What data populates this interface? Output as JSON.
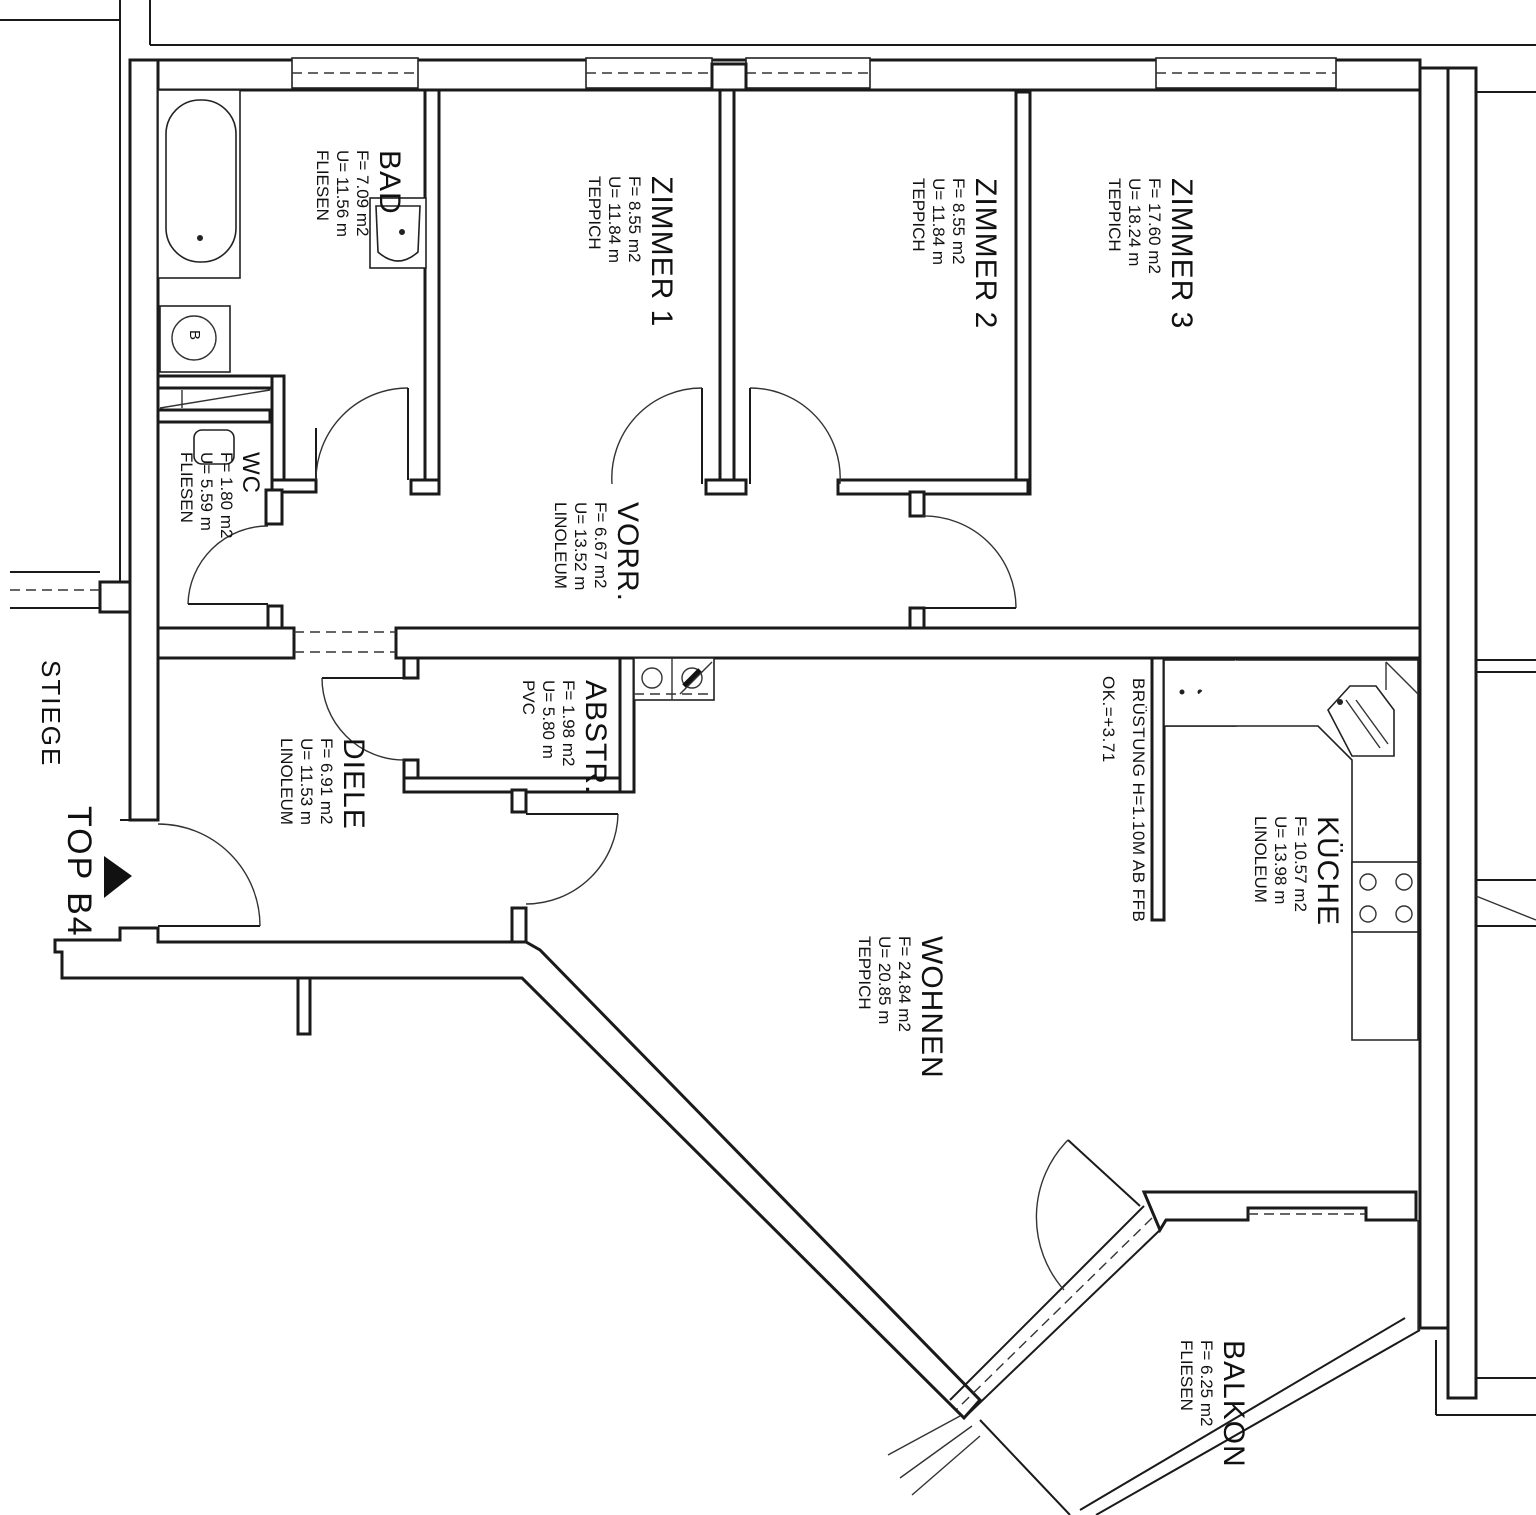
{
  "rooms": {
    "bad": {
      "name": "BAD",
      "area": "F= 7.09 m2",
      "perimeter": "U= 11.56  m",
      "floor": "FLIESEN"
    },
    "z1": {
      "name": "ZIMMER 1",
      "area": "F= 8.55 m2",
      "perimeter": "U= 11.84 m",
      "floor": "TEPPICH"
    },
    "z2": {
      "name": "ZIMMER 2",
      "area": "F= 8.55 m2",
      "perimeter": "U= 11.84 m",
      "floor": "TEPPICH"
    },
    "z3": {
      "name": "ZIMMER 3",
      "area": "F= 17.60 m2",
      "perimeter": "U= 18.24 m",
      "floor": "TEPPICH"
    },
    "wc": {
      "name": "WC",
      "area": "F= 1.80 m2",
      "perimeter": "U= 5.59 m",
      "floor": "FLIESEN"
    },
    "vorr": {
      "name": "VORR.",
      "area": "F= 6.67 m2",
      "perimeter": "U= 13.52 m",
      "floor": "LINOLEUM"
    },
    "abstr": {
      "name": "ABSTR.",
      "area": "F= 1.98 m2",
      "perimeter": "U= 5.80 m",
      "floor": "PVC"
    },
    "diele": {
      "name": "DIELE",
      "area": "F= 6.91 m2",
      "perimeter": "U= 11.53 m",
      "floor": "LINOLEUM"
    },
    "kueche": {
      "name": "KÜCHE",
      "area": "F= 10.57 m2",
      "perimeter": "U= 13.98 m",
      "floor": "LINOLEUM"
    },
    "wohnen": {
      "name": "WOHNEN",
      "area": "F= 24.84 m2",
      "perimeter": "U= 20.85 m",
      "floor": "TEPPICH"
    },
    "balkon": {
      "name": "BALKON",
      "area": "F= 6.25 m2",
      "floor": "FLIESEN"
    }
  },
  "annotations": {
    "stiege": "STIEGE",
    "top": "TOP B4",
    "bruestung": "BRÜSTUNG H=1.10M AB FFB",
    "ok": "OK.=+3.71",
    "boiler": "B"
  }
}
